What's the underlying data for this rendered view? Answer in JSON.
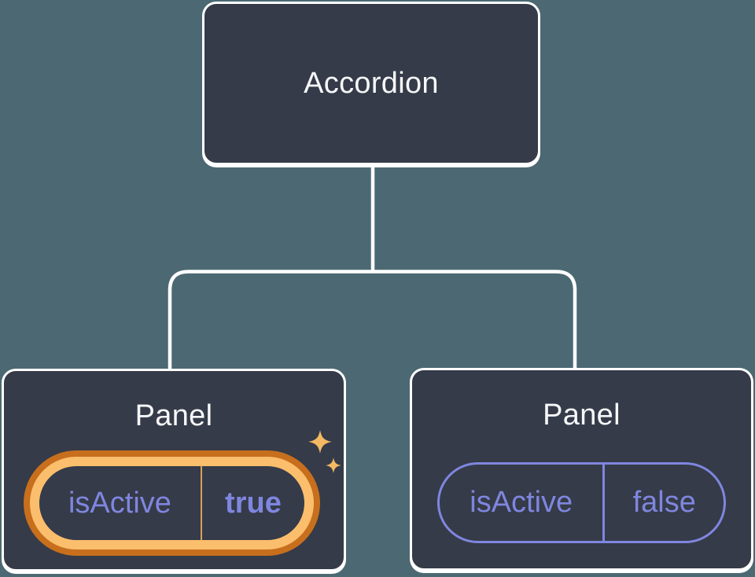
{
  "colors": {
    "bg": "#4C6973",
    "card": "#353B48",
    "line": "#FFFFFF",
    "text": "#F6F7F9",
    "purple": "#7F86DF",
    "orange": "#C76F1D",
    "gold": "#FBBE6D",
    "gold_divider": "#DBA057",
    "sparkle": "#F4B963"
  },
  "diagram": {
    "root": {
      "label": "Accordion"
    },
    "panels": [
      {
        "label": "Panel",
        "prop": "isActive",
        "value": "true",
        "highlighted": true
      },
      {
        "label": "Panel",
        "prop": "isActive",
        "value": "false",
        "highlighted": false
      }
    ]
  }
}
